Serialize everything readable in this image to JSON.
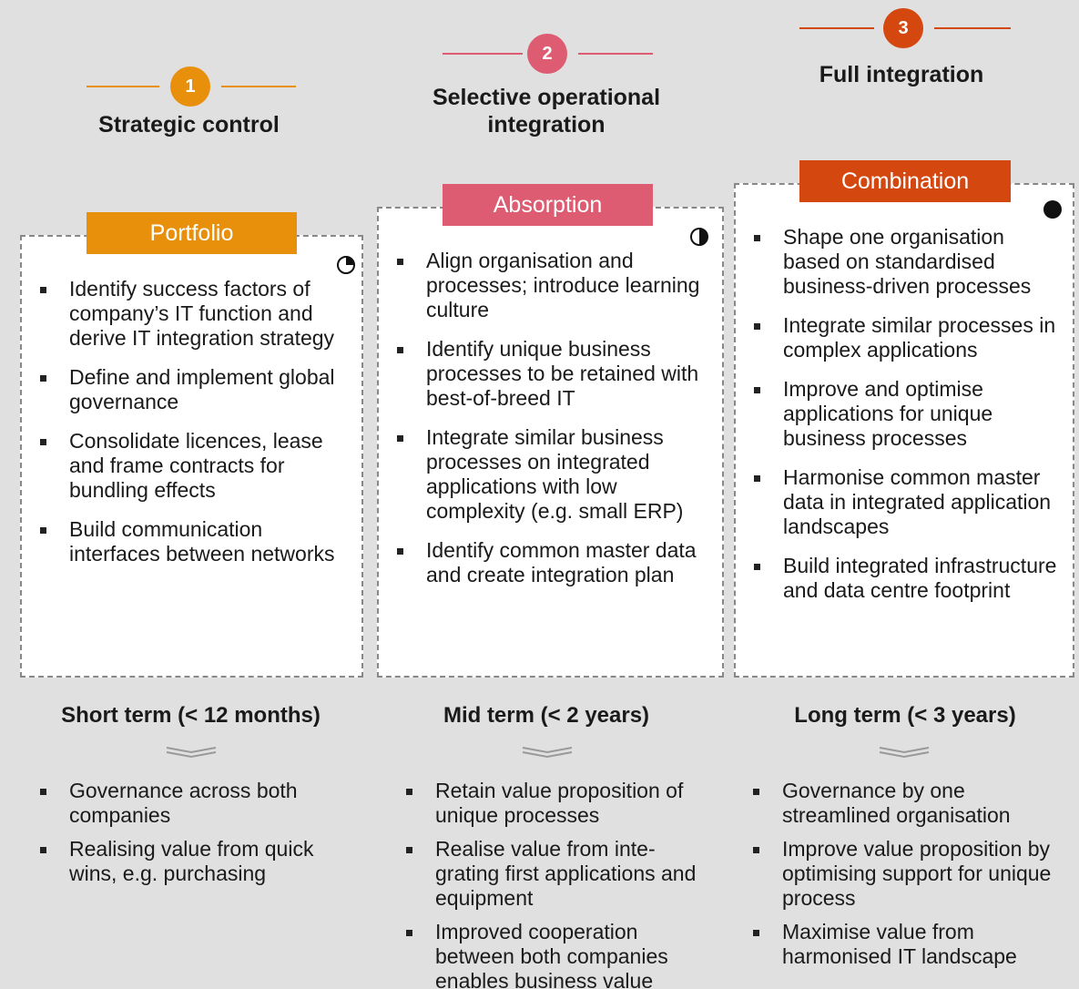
{
  "colors": {
    "phase1": "#e8900c",
    "phase2": "#dd5c72",
    "phase3": "#d4470f",
    "background": "#e0e0e0"
  },
  "phases": [
    {
      "number": "1",
      "title": "Strategic control",
      "label": "Portfolio",
      "maturity_icon": "quarter-circle-icon",
      "items": [
        "Identify success factors of company’s IT function and derive IT integration strategy",
        "Define and implement global governance",
        "Consolidate licences, lease and frame contracts for bundling effects",
        "Build communication interfaces between networks"
      ],
      "term": "Short term (< 12 months)",
      "outcomes": [
        "Governance across both companies",
        "Realising value from quick wins, e.g. purchasing"
      ]
    },
    {
      "number": "2",
      "title": "Selective operational integration",
      "label": "Absorption",
      "maturity_icon": "half-circle-icon",
      "items": [
        "Align organisation and processes; introduce learning culture",
        "Identify unique business processes to be retained with best-of-breed IT",
        "Integrate similar business processes on integrated applications with low complexity (e.g. small ERP)",
        "Identify common master data and create integration plan"
      ],
      "term": "Mid term (< 2 years)",
      "outcomes": [
        "Retain value proposition of unique processes",
        "Realise value from inte-grating first applications and equipment",
        "Improved cooperation between both companies enables business value"
      ]
    },
    {
      "number": "3",
      "title": "Full integration",
      "label": "Combination",
      "maturity_icon": "full-circle-icon",
      "items": [
        "Shape one organisation based on standardised business-driven processes",
        "Integrate similar processes in complex applications",
        "Improve and optimise applications for unique business processes",
        "Harmonise common master data in integrated application landscapes",
        "Build integrated infrastructure and data centre footprint"
      ],
      "term": "Long term (< 3 years)",
      "outcomes": [
        "Governance by one streamlined organisation",
        "Improve value proposition by optimising support for unique process",
        "Maximise value from harmonised IT landscape"
      ]
    }
  ]
}
